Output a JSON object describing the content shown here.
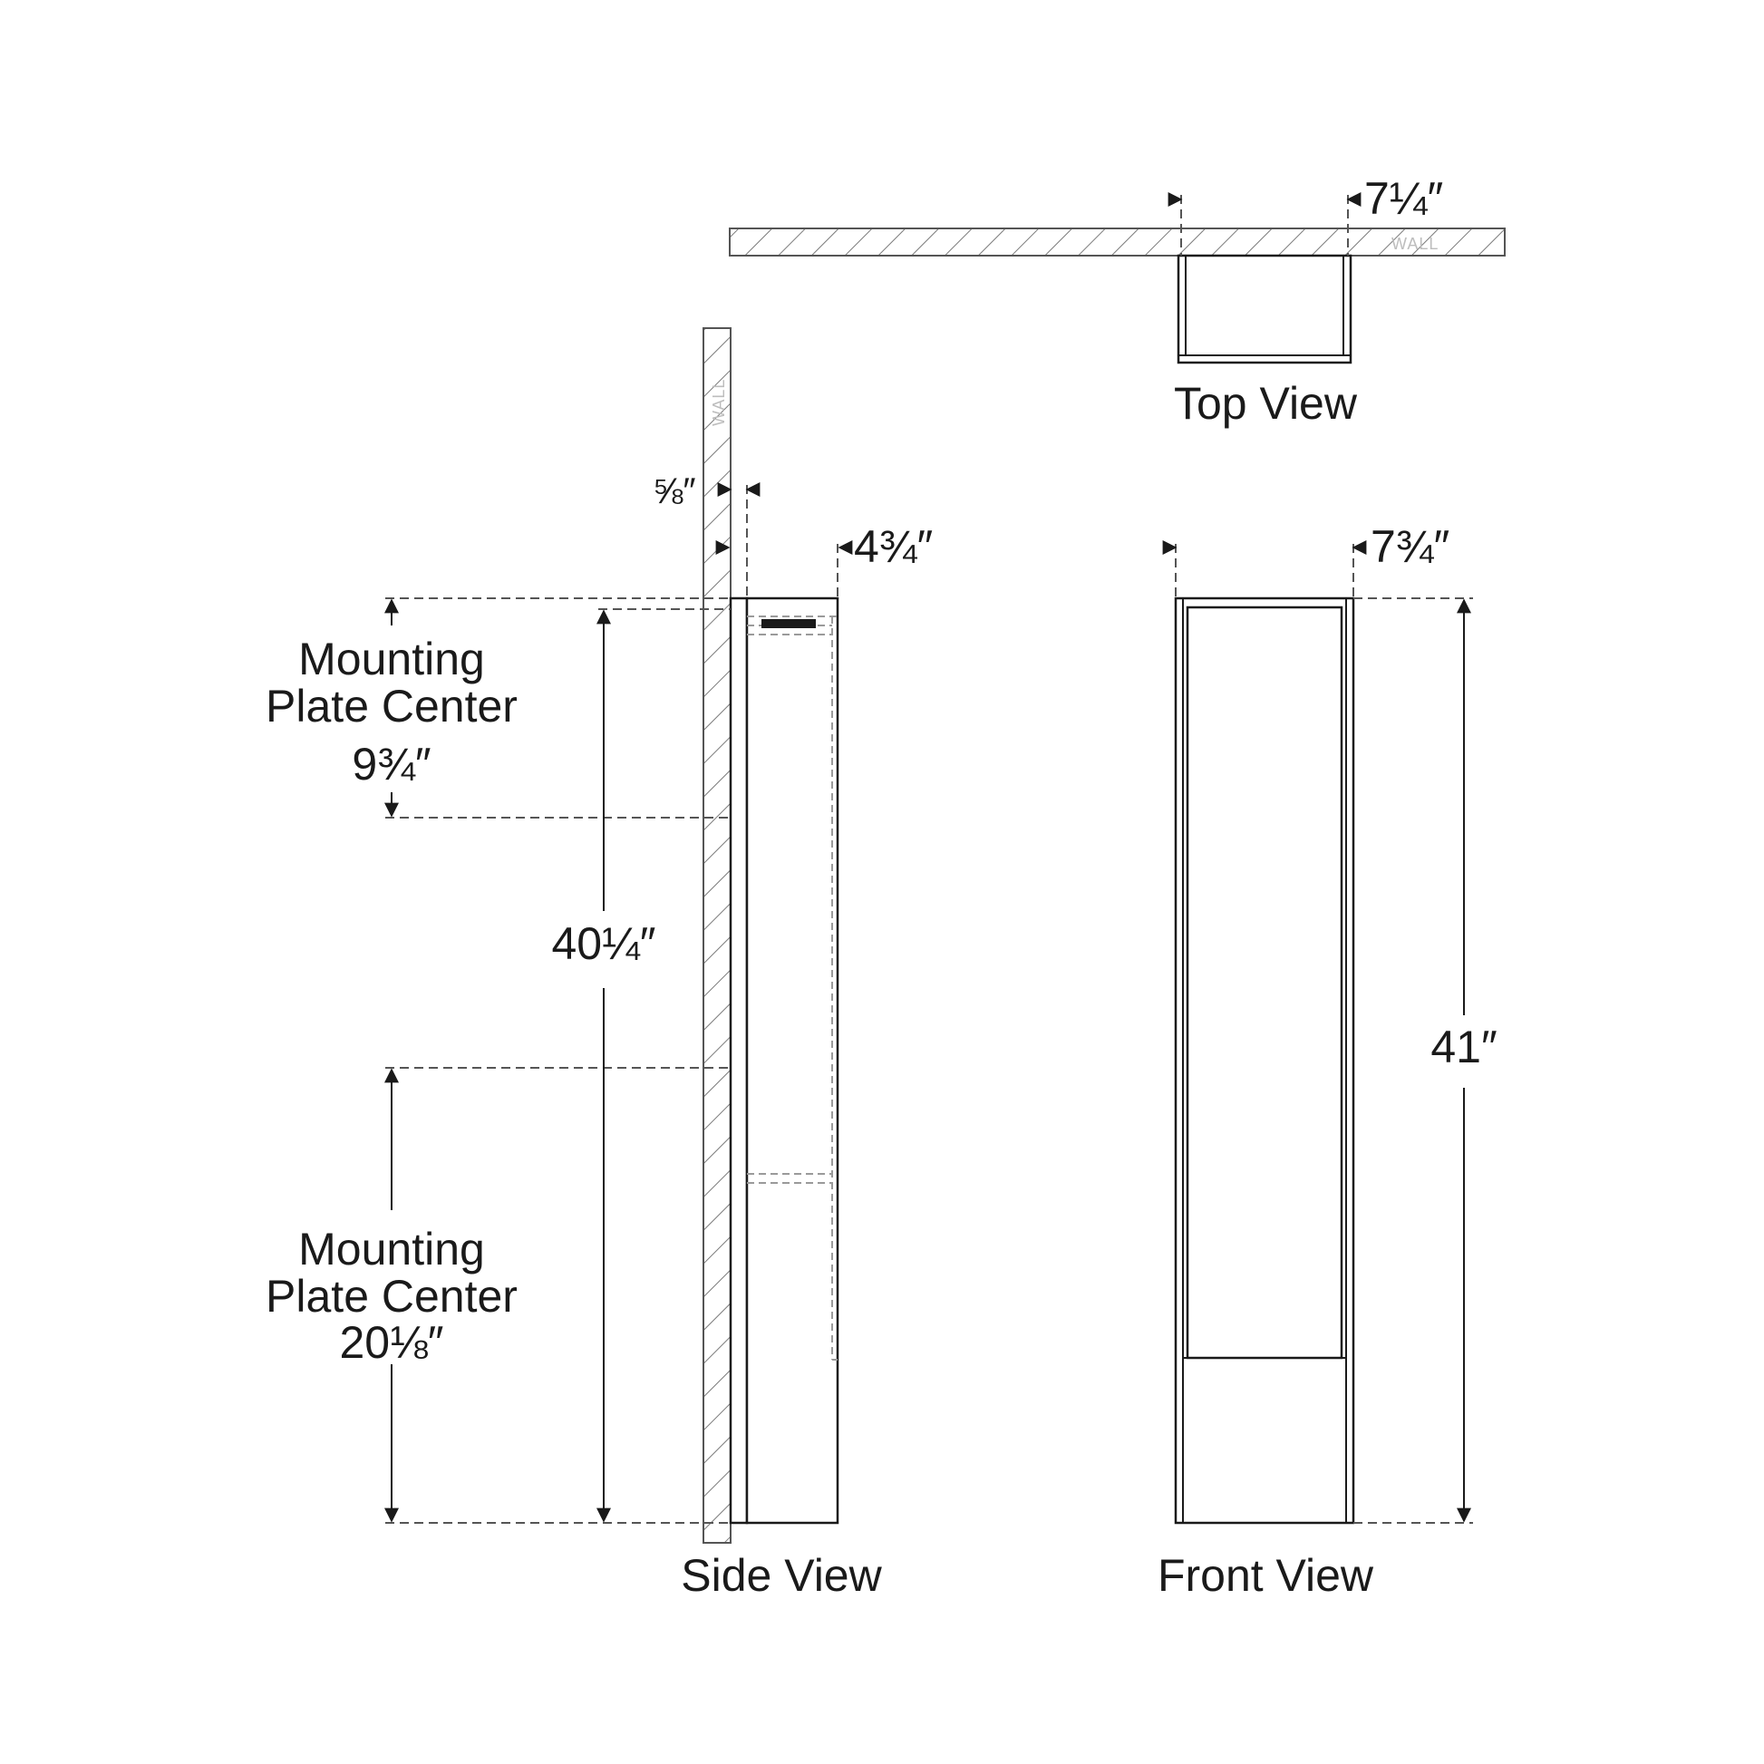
{
  "top_view": {
    "label": "Top View",
    "width_dim": "7¼″",
    "wall_label": "WALL"
  },
  "side_view": {
    "label": "Side View",
    "wall_label": "WALL",
    "backplate_dim": "⅝″",
    "depth_dim": "4¾″",
    "overall_dim": "40¼″",
    "upper_mount_label_1": "Mounting",
    "upper_mount_label_2": "Plate Center",
    "upper_mount_dim": "9¾″",
    "lower_mount_label_1": "Mounting",
    "lower_mount_label_2": "Plate Center",
    "lower_mount_dim": "20⅛″"
  },
  "front_view": {
    "label": "Front View",
    "width_dim": "7¾″",
    "height_dim": "41″"
  },
  "colors": {
    "line": "#1a1a1a",
    "dash": "#555555",
    "wall_hatch": "#bdbdbd"
  }
}
